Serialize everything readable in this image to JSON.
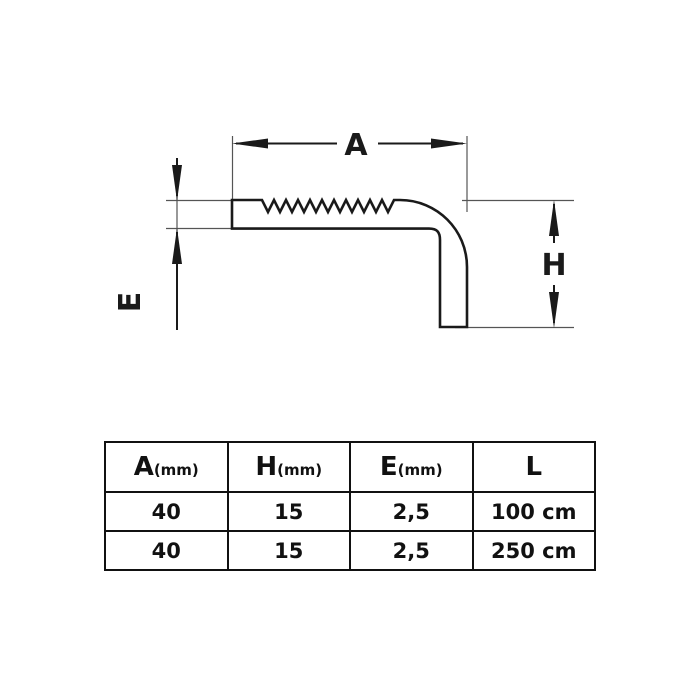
{
  "diagram": {
    "title": "stair-nosing-profile-technical-drawing",
    "line_color": "#1a1a1a",
    "thin_line_color": "#555555",
    "background": "#ffffff",
    "dimension_labels": {
      "width": "A",
      "height": "H",
      "thickness": "E"
    },
    "profile": {
      "name": "L-shaped serrated stair nosing profile",
      "serration_teeth": 11
    }
  },
  "table": {
    "columns": [
      {
        "symbol": "A",
        "unit": "(mm)"
      },
      {
        "symbol": "H",
        "unit": "(mm)"
      },
      {
        "symbol": "E",
        "unit": "(mm)"
      },
      {
        "symbol": "L",
        "unit": ""
      }
    ],
    "rows": [
      {
        "a": "40",
        "h": "15",
        "e": "2,5",
        "l": "100 cm"
      },
      {
        "a": "40",
        "h": "15",
        "e": "2,5",
        "l": "250 cm"
      }
    ]
  }
}
